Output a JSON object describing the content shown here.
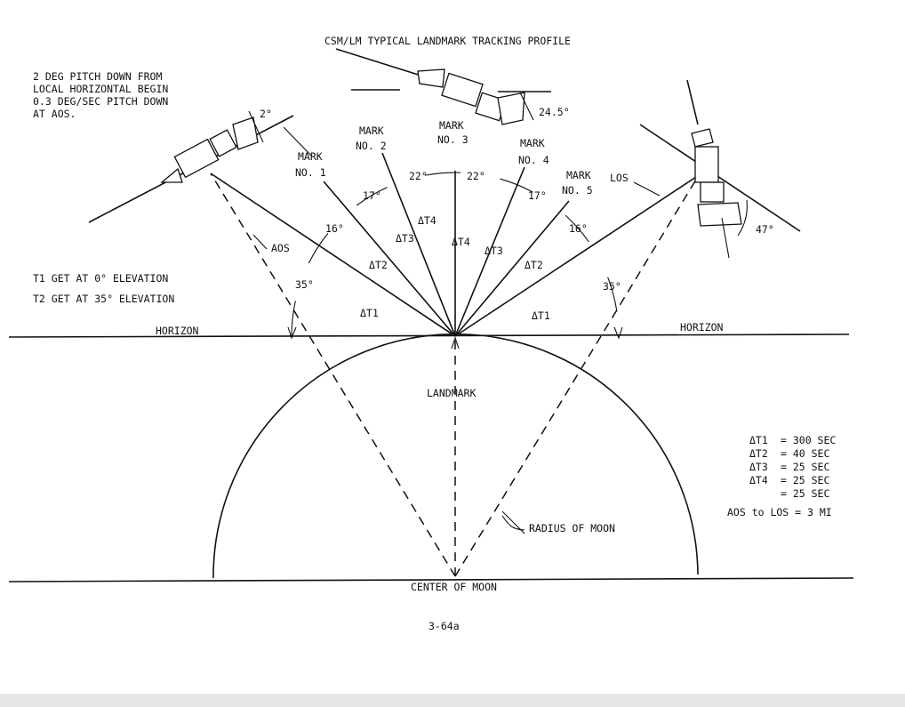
{
  "title": "CSM/LM TYPICAL LANDMARK TRACKING PROFILE",
  "note_lines": [
    "2 DEG PITCH DOWN FROM",
    "LOCAL HORIZONTAL BEGIN",
    "0.3 DEG/SEC PITCH DOWN",
    "AT AOS."
  ],
  "definitions": [
    "T1   GET AT 0° ELEVATION",
    "T2   GET AT 35° ELEVATION"
  ],
  "marks": [
    {
      "mark": "MARK",
      "no": "NO. 1"
    },
    {
      "mark": "MARK",
      "no": "NO. 2"
    },
    {
      "mark": "MARK",
      "no": "NO. 3"
    },
    {
      "mark": "MARK",
      "no": "NO. 4"
    },
    {
      "mark": "MARK",
      "no": "NO. 5"
    }
  ],
  "labels": {
    "aos": "AOS",
    "los": "LOS",
    "horizon": "HORIZON",
    "landmark": "LANDMARK",
    "radius": "RADIUS OF MOON",
    "center": "CENTER OF MOON",
    "page": "3-64a"
  },
  "angles": {
    "pitch": "2°",
    "lm_tilt": "24.5°",
    "lm_right": "47°",
    "a35": "35°",
    "a16": "16°",
    "a17": "17°",
    "a22": "22°"
  },
  "delta_labels": {
    "t1": "ΔT1",
    "t2": "ΔT2",
    "t3": "ΔT3",
    "t4": "ΔT4"
  },
  "legend": [
    {
      "label": "ΔT1",
      "value": "= 300 SEC"
    },
    {
      "label": "ΔT2",
      "value": "=  40 SEC"
    },
    {
      "label": "ΔT3",
      "value": "=  25 SEC"
    },
    {
      "label": "ΔT4",
      "value": "=  25 SEC"
    },
    {
      "label": "",
      "value": "=  25 SEC"
    }
  ],
  "aos_to_los": "AOS  to LOS = 3 MI"
}
